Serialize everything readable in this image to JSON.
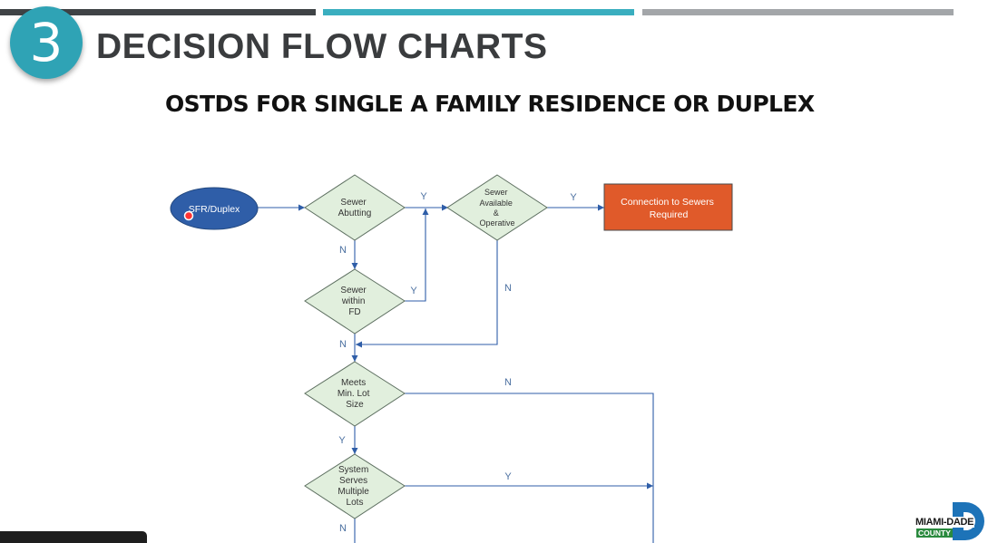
{
  "header": {
    "number": "3",
    "title": "DECISION FLOW CHARTS",
    "subtitle": "OSTDS FOR SINGLE A FAMILY RESIDENCE OR DUPLEX"
  },
  "flowchart": {
    "start": "SFR/Duplex",
    "decisions": {
      "sewer_abutting": [
        "Sewer",
        "Abutting"
      ],
      "sewer_available": [
        "Sewer",
        "Available",
        "&",
        "Operative"
      ],
      "sewer_within": [
        "Sewer",
        "within",
        "FD"
      ],
      "lot_size": [
        "Meets",
        "Min. Lot",
        "Size"
      ],
      "multiple_lots": [
        "System",
        "Serves",
        "Multiple",
        "Lots"
      ]
    },
    "result": [
      "Connection to Sewers",
      "Required"
    ],
    "labels": {
      "yes": "Y",
      "no": "N"
    }
  },
  "logo": {
    "line1": "MIAMI-DADE",
    "line2": "COUNTY"
  },
  "colors": {
    "accent_teal": "#2fa3b5",
    "start_fill": "#2f5ea8",
    "decision_fill": "#e1efdd",
    "decision_stroke": "#5d6f60",
    "result_fill": "#e05a2a",
    "edge": "#2f5ea8",
    "logo_blue": "#1d73b8",
    "logo_green": "#2a8a3e"
  }
}
